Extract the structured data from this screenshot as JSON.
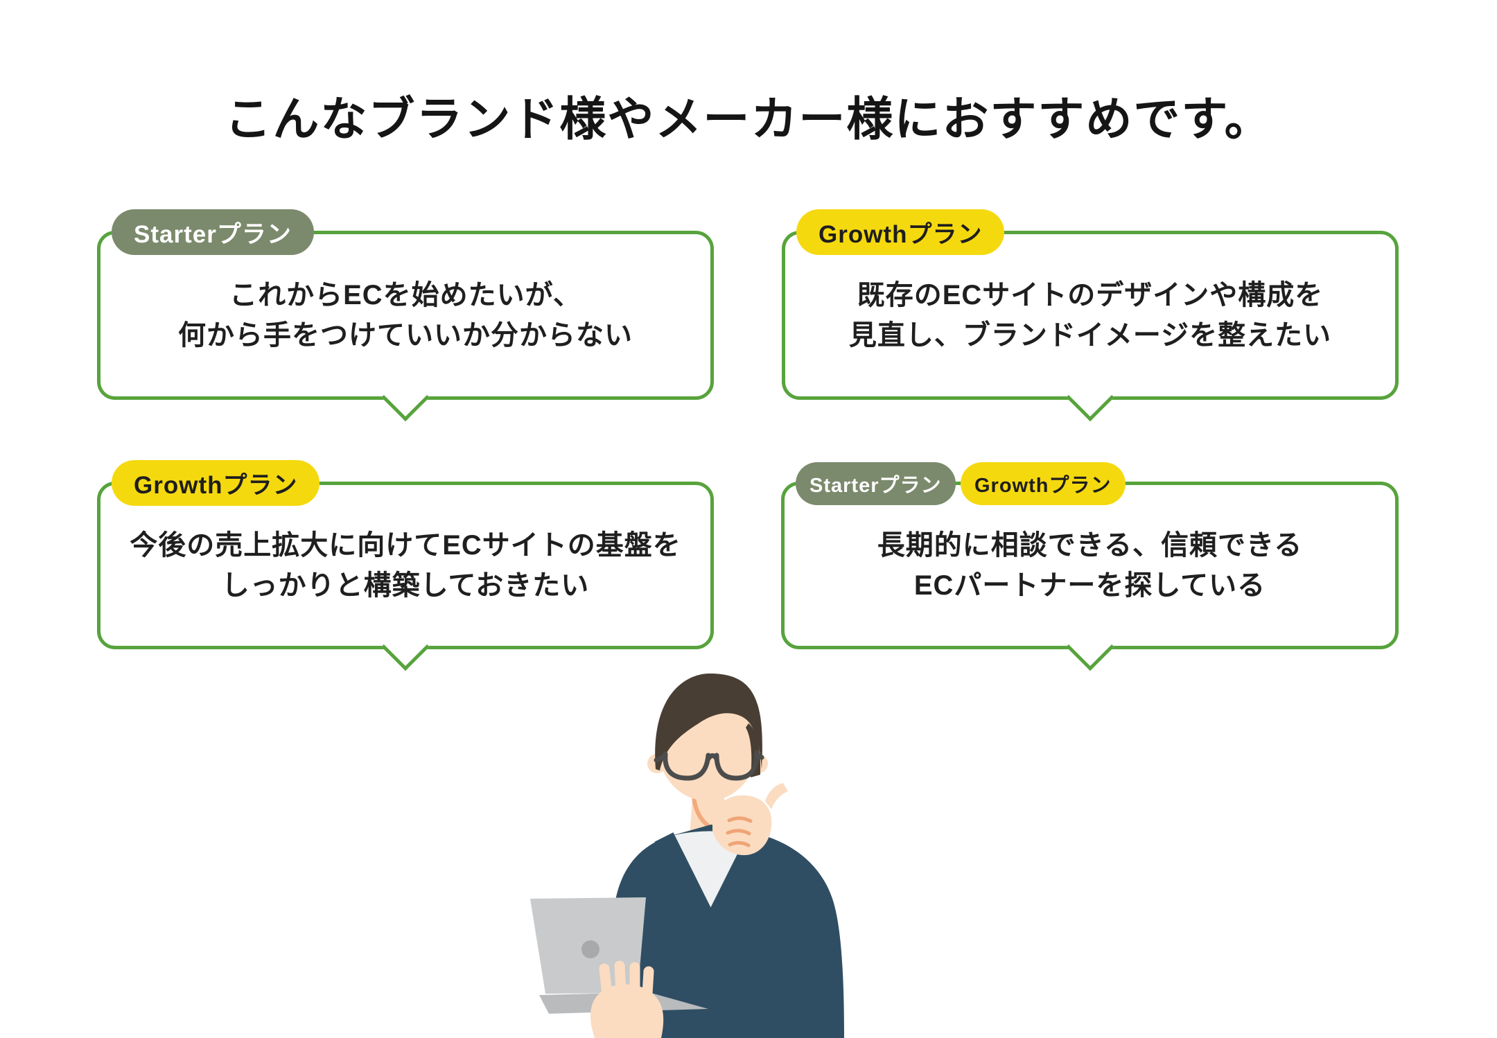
{
  "title": "こんなブランド様やメーカー様におすすめです。",
  "colors": {
    "border_green": "#57a33c",
    "badge_olive": "#7b8a6c",
    "badge_yellow": "#f5d90f",
    "badge_olive_text": "#ffffff",
    "badge_yellow_text": "#1e1e1e",
    "title_text": "#151515",
    "body_text": "#1f1f1f",
    "background": "#ffffff"
  },
  "cards": [
    {
      "badges": [
        {
          "label": "Starterプラン",
          "variant": "olive"
        }
      ],
      "lines": [
        "これからECを始めたいが、",
        "何から手をつけていいか分からない"
      ]
    },
    {
      "badges": [
        {
          "label": "Growthプラン",
          "variant": "yellow"
        }
      ],
      "lines": [
        "既存のECサイトのデザインや構成を",
        "見直し、ブランドイメージを整えたい"
      ]
    },
    {
      "badges": [
        {
          "label": "Growthプラン",
          "variant": "yellow"
        }
      ],
      "lines": [
        "今後の売上拡大に向けてECサイトの基盤を",
        "しっかりと構築しておきたい"
      ]
    },
    {
      "badges": [
        {
          "label": "Starterプラン",
          "variant": "olive"
        },
        {
          "label": "Growthプラン",
          "variant": "yellow"
        }
      ],
      "lines": [
        "長期的に相談できる、信頼できる",
        "ECパートナーを探している"
      ]
    }
  ],
  "illustration": {
    "name": "thinking-person-with-laptop-icon"
  }
}
